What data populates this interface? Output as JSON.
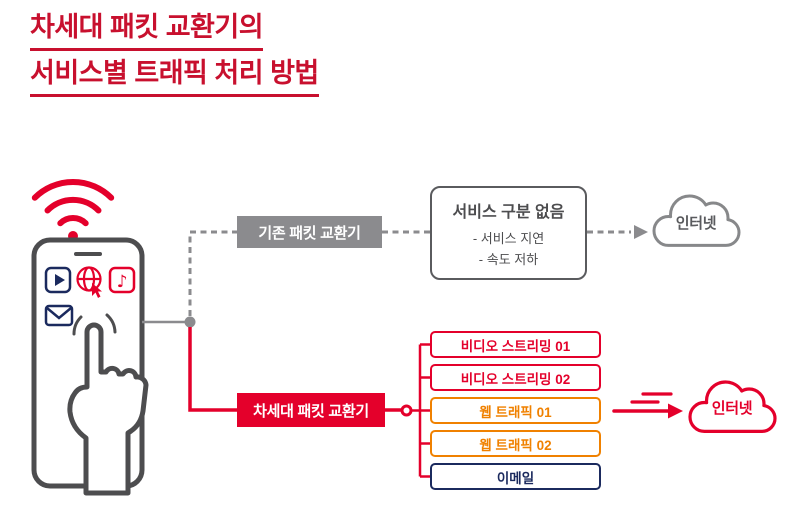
{
  "title": {
    "line1": "차세대 패킷 교환기의",
    "line2": "서비스별 트래픽 처리 방법"
  },
  "device": {
    "name": "smartphone-with-tap-gesture",
    "icons": [
      "wifi-icon",
      "play-app-icon",
      "web-cursor-app-icon",
      "music-app-icon",
      "mail-app-icon",
      "tap-hand-icon"
    ]
  },
  "legacy_path": {
    "switch_label": "기존 패킷 교환기",
    "result": {
      "heading": "서비스 구분 없음",
      "items": [
        "- 서비스 지연",
        "- 속도 저하"
      ]
    },
    "cloud_label": "인터넷"
  },
  "nextgen_path": {
    "switch_label": "차세대 패킷 교환기",
    "services": [
      {
        "label": "비디오 스트리밍 01",
        "color": "#e4002b"
      },
      {
        "label": "비디오 스트리밍 02",
        "color": "#e4002b"
      },
      {
        "label": "웹 트래픽 01",
        "color": "#f08100"
      },
      {
        "label": "웹 트래픽 02",
        "color": "#f08100"
      },
      {
        "label": "이메일",
        "color": "#1b2a5e"
      }
    ],
    "cloud_label": "인터넷"
  },
  "colors": {
    "title_red": "#c8102e",
    "accent_red": "#e4002b",
    "gray": "#8b8b8e",
    "dark_gray": "#4d4d4f",
    "orange": "#f08100",
    "navy": "#1b2a5e"
  }
}
